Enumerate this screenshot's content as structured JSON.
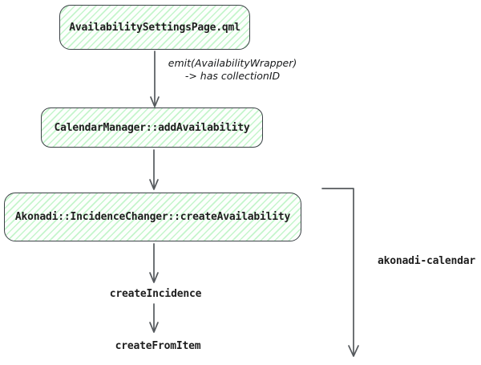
{
  "diagram": {
    "type": "flowchart",
    "nodes": [
      {
        "label": "AvailabilitySettingsPage.qml"
      },
      {
        "label": "CalendarManager::addAvailability"
      },
      {
        "label": "Akonadi::IncidenceChanger::createAvailability"
      }
    ],
    "edge_note": {
      "line1": "emit(AvailabilityWrapper)",
      "line2": "-> has collectionID"
    },
    "labels": {
      "create_incidence": "createIncidence",
      "create_from_item": "createFromItem",
      "library_bracket": "akonadi-calendar"
    },
    "colors": {
      "background": "#ffffff",
      "node_fill_hatch": "#b2f2bb",
      "node_border": "#3c4247",
      "arrow": "#55595d",
      "text": "#1e1e1e"
    }
  }
}
